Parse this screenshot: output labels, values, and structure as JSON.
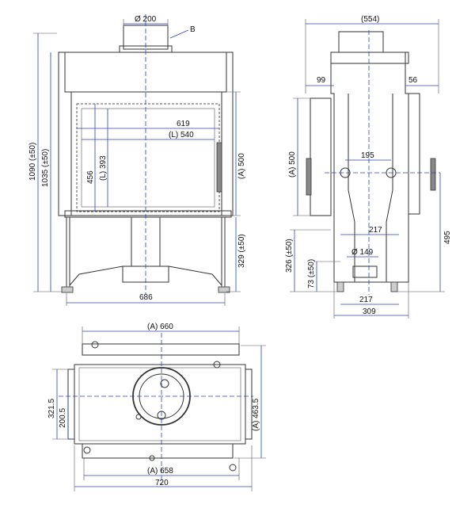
{
  "front_view": {
    "flue_diameter": "Ø 200",
    "callout_b": "B",
    "height_total": "1090 (±50)",
    "height_body": "1035 (±50)",
    "glass_width_outer": "619",
    "glass_width_inner": "(L) 540",
    "glass_height_outer": "456",
    "glass_height_inner": "(L) 393",
    "door_height": "(A) 500",
    "leg_height": "329 (±50)",
    "width_total": "686"
  },
  "side_view": {
    "width_overall": "(554)",
    "offset_left": "99",
    "offset_right": "56",
    "door_height": "(A) 500",
    "air_inlet_spacing": "195",
    "height_495": "495",
    "base_spacing_top": "217",
    "inlet_diameter": "Ø 149",
    "leg_height": "326 (±50)",
    "leg_small": "73 (±50)",
    "base_spacing_bottom": "217",
    "depth_total": "309"
  },
  "top_view": {
    "width_top": "(A) 660",
    "depth_321": "321.5",
    "depth_200": "200.5",
    "depth_total": "(A) 463.5",
    "width_bottom_inner": "(A) 658",
    "width_total": "720"
  }
}
